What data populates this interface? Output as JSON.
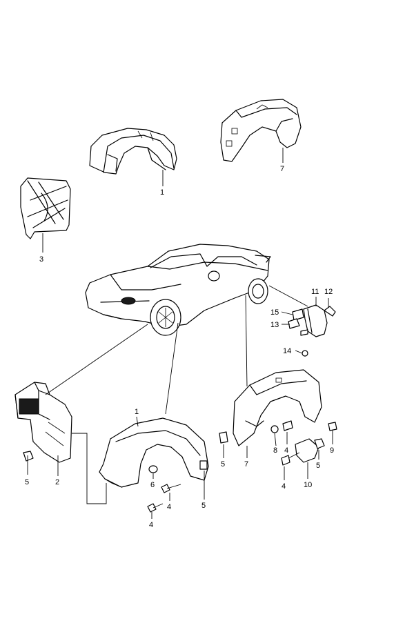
{
  "callouts": {
    "c1_top": "1",
    "c7_top": "7",
    "c3": "3",
    "c11": "11",
    "c12": "12",
    "c15": "15",
    "c13": "13",
    "c14": "14",
    "c1_bottom": "1",
    "c5_left": "5",
    "c2": "2",
    "c6": "6",
    "c4_a": "4",
    "c4_b": "4",
    "c5_mid": "5",
    "c5_right7": "5",
    "c7_bottom": "7",
    "c8": "8",
    "c4_c": "4",
    "c9": "9",
    "c5_far": "5",
    "c4_d": "4",
    "c10": "10"
  }
}
